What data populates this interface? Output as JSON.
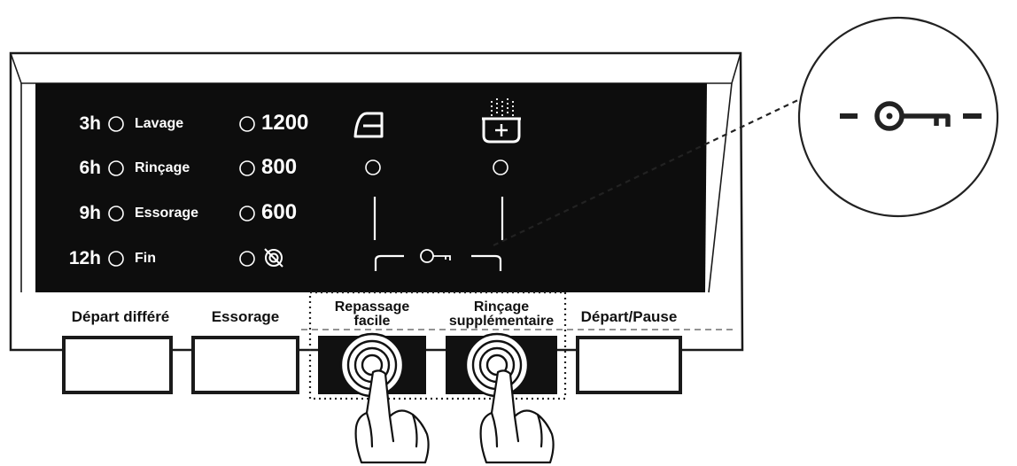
{
  "display": {
    "delay_hours": [
      "3h",
      "6h",
      "9h",
      "12h"
    ],
    "phases": [
      "Lavage",
      "Rinçage",
      "Essorage",
      "Fin"
    ],
    "spin_speeds": [
      "1200",
      "800",
      "600"
    ]
  },
  "buttons": {
    "delay_label": "Départ différé",
    "spin_label": "Essorage",
    "easy_iron_line1": "Repassage",
    "easy_iron_line2": "facile",
    "extra_rinse_line1": "Rinçage",
    "extra_rinse_line2": "supplémentaire",
    "start_pause_label": "Départ/Pause"
  },
  "icons": [
    "iron-icon",
    "extra-rinse-icon",
    "key-icon",
    "no-spin-icon",
    "hand-icon"
  ]
}
